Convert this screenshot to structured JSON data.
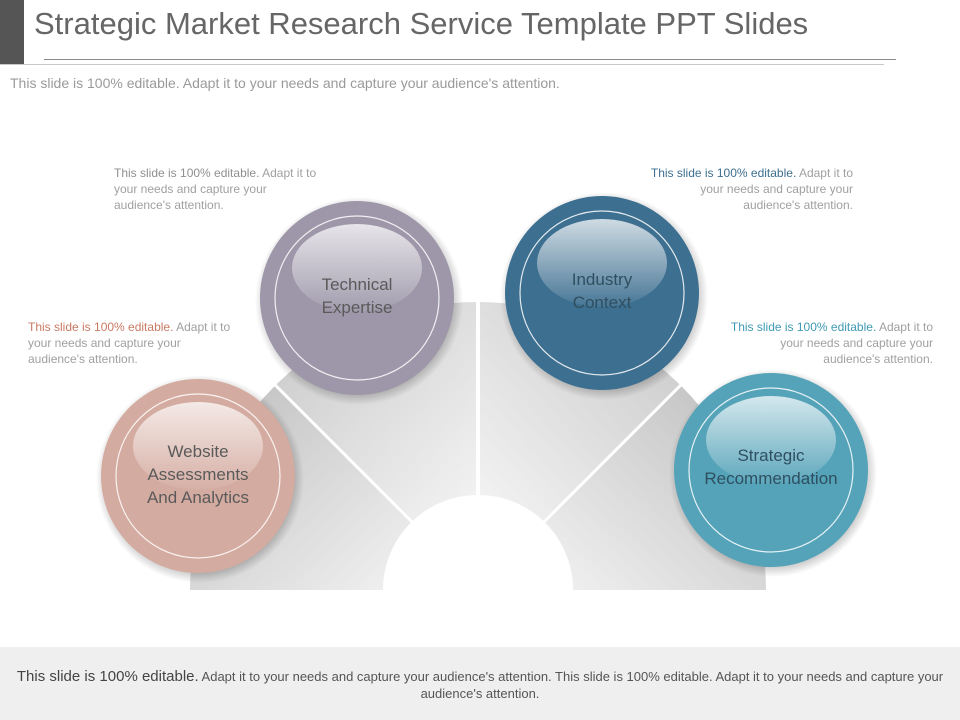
{
  "header": {
    "title": "Strategic Market Research Service Template PPT Slides",
    "subtitle": "This slide is 100% editable. Adapt it to your needs and capture your audience's attention."
  },
  "circles": [
    {
      "label_line1": "Website",
      "label_line2": "Assessments",
      "label_line3": "And Analytics",
      "color": "#d4aba0"
    },
    {
      "label_line1": "Technical",
      "label_line2": "Expertise",
      "color": "#9d97a9"
    },
    {
      "label_line1": "Industry",
      "label_line2": "Context",
      "color": "#3d6f90"
    },
    {
      "label_line1": "Strategic",
      "label_line2": "Recommendation",
      "color": "#55a3b9"
    }
  ],
  "notes": [
    {
      "highlight": "This slide is 100% editable.",
      "rest": " Adapt it to your needs and capture your audience's attention.",
      "color": "#c97a63"
    },
    {
      "highlight": "This slide is 100% editable.",
      "rest": " Adapt it to your needs and capture your audience's attention.",
      "color": "#8f8f8f"
    },
    {
      "highlight": "This slide is 100% editable.",
      "rest": " Adapt it to your needs and capture your audience's attention.",
      "color": "#3d6f90"
    },
    {
      "highlight": "This slide is 100% editable.",
      "rest": " Adapt it to your needs and capture your audience's attention.",
      "color": "#3f9ab4"
    }
  ],
  "footer": {
    "lead": "This slide is 100% editable.",
    "rest": " Adapt it to your needs and capture your audience's attention. This slide is 100% editable. Adapt it to your needs and capture your audience's attention."
  }
}
